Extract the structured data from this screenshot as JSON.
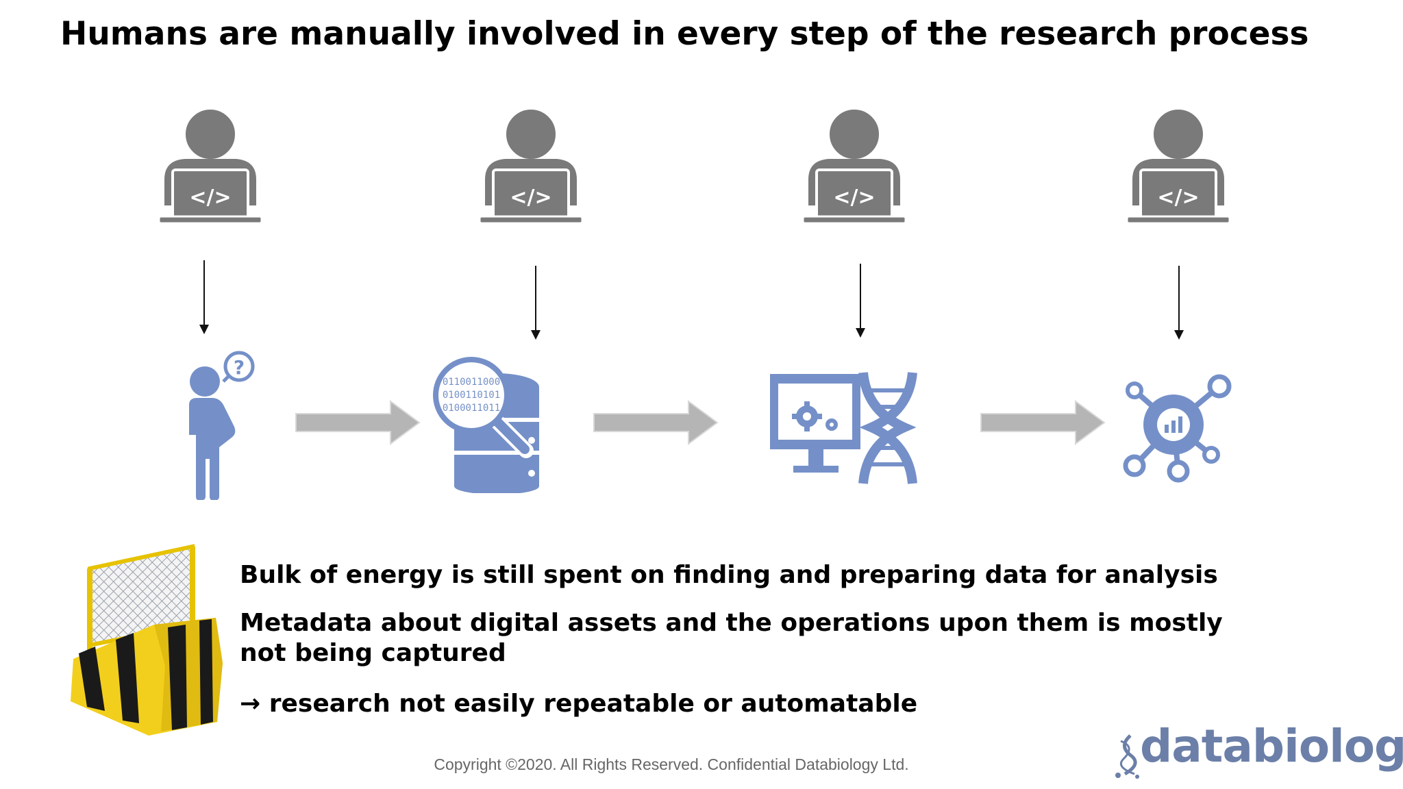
{
  "title": "Humans are manually involved in every step of the research process",
  "steps": [
    {
      "person_icon": "person-coding-laptop-icon",
      "step_icon": "thinking-person-question-icon"
    },
    {
      "person_icon": "person-coding-laptop-icon",
      "step_icon": "database-search-binary-icon"
    },
    {
      "person_icon": "person-coding-laptop-icon",
      "step_icon": "computer-gears-dna-icon"
    },
    {
      "person_icon": "person-coding-laptop-icon",
      "step_icon": "network-analytics-icon"
    }
  ],
  "laptop_code_glyph": "</>",
  "binary_lines": [
    "0110011000",
    "0100110101",
    "0100011011"
  ],
  "bullets": {
    "b1": "Bulk of energy is still spent on finding and preparing data for analysis",
    "b2": "Metadata about digital assets and the operations upon them is mostly not being captured",
    "b3_arrow": "→",
    "b3": "research not easily repeatable or automatable"
  },
  "copyright": "Copyright ©2020.  All Rights Reserved.  Confidential Databiology Ltd.",
  "logo": {
    "text": "databiology"
  },
  "colors": {
    "person_gray": "#7a7a7a",
    "icon_blue": "#7590c8",
    "arrow_gray": "#b5b5b5",
    "logo": "#6b7fa8"
  }
}
